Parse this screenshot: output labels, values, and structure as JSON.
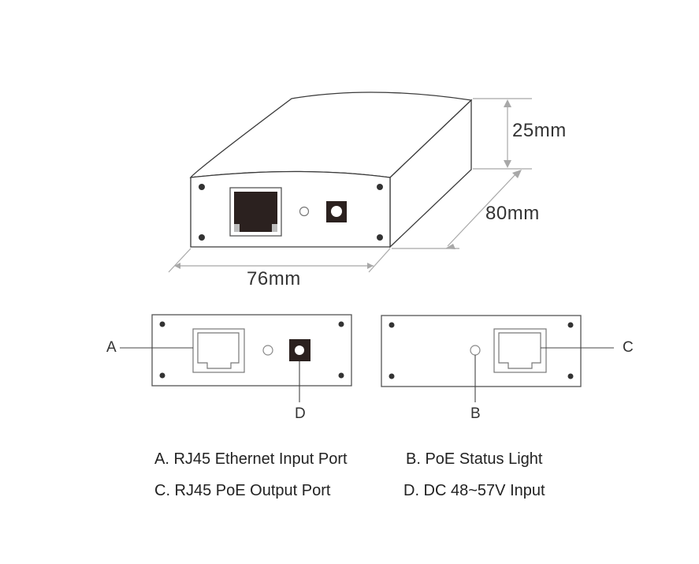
{
  "dimensions": {
    "height": "25mm",
    "depth": "80mm",
    "width": "76mm"
  },
  "callouts": {
    "a": "A",
    "b": "B",
    "c": "C",
    "d": "D"
  },
  "legend": [
    {
      "label": "A. RJ45 Ethernet Input Port"
    },
    {
      "label": "B. PoE Status Light"
    },
    {
      "label": "C. RJ45 PoE Output Port"
    },
    {
      "label": "D. DC 48~57V Input"
    }
  ],
  "colors": {
    "outline": "#3a3a3a",
    "dimension_line": "#a8a8a8",
    "port_fill": "#2b211f",
    "port_contact": "#bdbdbd"
  }
}
